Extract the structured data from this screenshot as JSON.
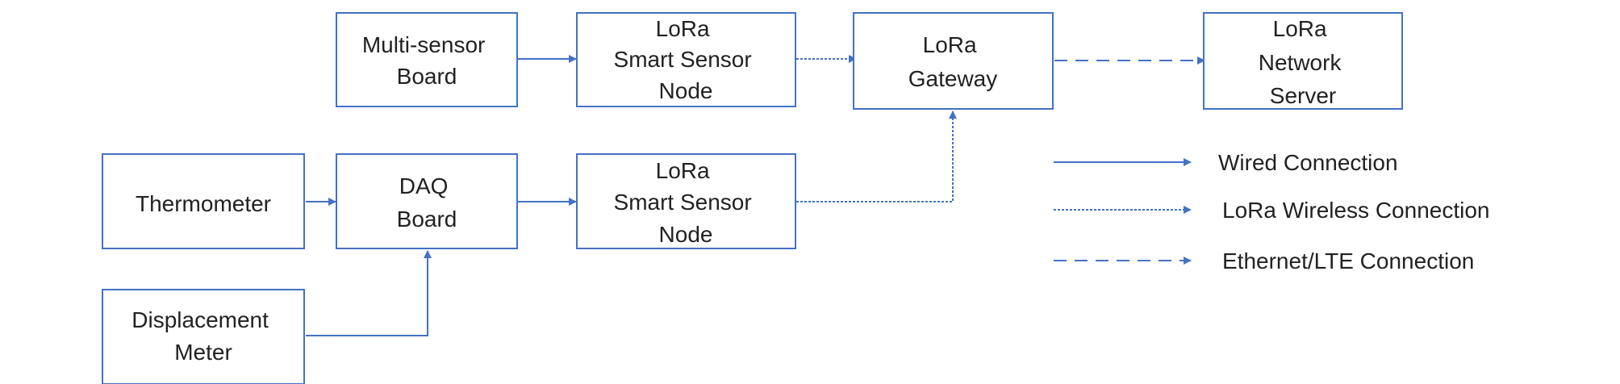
{
  "nodes": {
    "multisensor": [
      "Multi-sensor",
      "Board"
    ],
    "smart_node_top": [
      "LoRa",
      "Smart Sensor",
      "Node"
    ],
    "gateway": [
      "LoRa",
      "Gateway"
    ],
    "network_server": [
      "LoRa",
      "Network",
      "Server"
    ],
    "thermometer": [
      "Thermometer"
    ],
    "daq": [
      "DAQ",
      "Board"
    ],
    "smart_node_bottom": [
      "LoRa",
      "Smart Sensor",
      "Node"
    ],
    "displacement": [
      "Displacement",
      "Meter"
    ]
  },
  "legend": {
    "wired": "Wired Connection",
    "lora": "LoRa Wireless Connection",
    "ethernet": "Ethernet/LTE Connection"
  },
  "colors": {
    "line": "#4472C4",
    "text": "#222222"
  }
}
